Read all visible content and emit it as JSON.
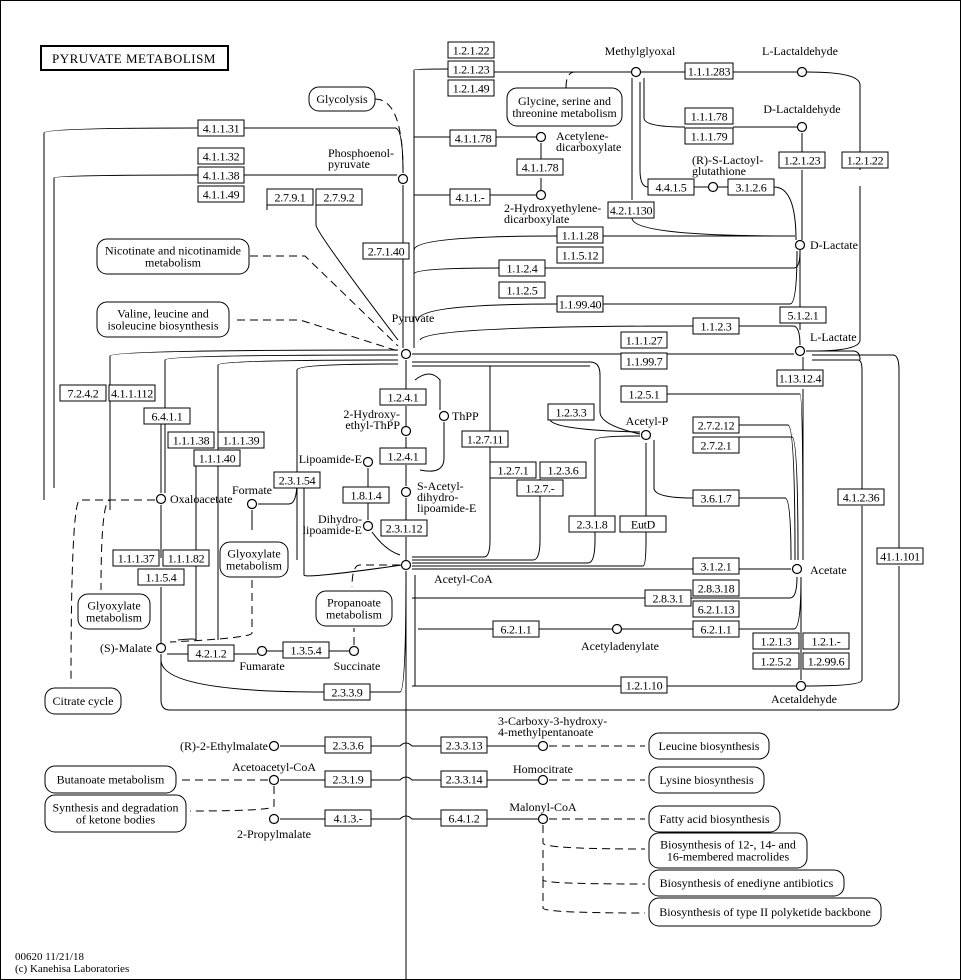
{
  "title": "PYRUVATE METABOLISM",
  "footer": {
    "map_id_date": "00620 11/21/18",
    "copyright": "(c) Kanehisa Laboratories"
  },
  "compounds": [
    {
      "id": "methylglyoxal",
      "label": "Methylglyoxal"
    },
    {
      "id": "l-lactaldehyde",
      "label": "L-Lactaldehyde"
    },
    {
      "id": "d-lactaldehyde",
      "label": "D-Lactaldehyde"
    },
    {
      "id": "phosphoenolpyruvate",
      "label": "Phosphoenol-pyruvate"
    },
    {
      "id": "acetylenedicarboxylate",
      "label": "Acetylene-dicarboxylate"
    },
    {
      "id": "2-hydroxyethylenedicarboxylate",
      "label": "2-Hydroxyethylene-dicarboxylate"
    },
    {
      "id": "r-s-lactoylglutathione",
      "label": "(R)-S-Lactoyl-glutathione"
    },
    {
      "id": "d-lactate",
      "label": "D-Lactate"
    },
    {
      "id": "pyruvate",
      "label": "Pyruvate"
    },
    {
      "id": "l-lactate",
      "label": "L-Lactate"
    },
    {
      "id": "2-hydroxyethyl-thpp",
      "label": "2-Hydroxy-ethyl-ThPP"
    },
    {
      "id": "thpp",
      "label": "ThPP"
    },
    {
      "id": "lipoamide-e",
      "label": "Lipoamide-E"
    },
    {
      "id": "s-acetyldihydrolipoamide-e",
      "label": "S-Acetyl-dihydro-lipoamide-E"
    },
    {
      "id": "dihydrolipoamide-e",
      "label": "Dihydro-lipoamide-E"
    },
    {
      "id": "acetyl-p",
      "label": "Acetyl-P"
    },
    {
      "id": "oxaloacetate",
      "label": "Oxaloacetate"
    },
    {
      "id": "formate",
      "label": "Formate"
    },
    {
      "id": "acetyl-coa",
      "label": "Acetyl-CoA"
    },
    {
      "id": "acetate",
      "label": "Acetate"
    },
    {
      "id": "s-malate",
      "label": "(S)-Malate"
    },
    {
      "id": "fumarate",
      "label": "Fumarate"
    },
    {
      "id": "succinate",
      "label": "Succinate"
    },
    {
      "id": "acetyladenylate",
      "label": "Acetyladenylate"
    },
    {
      "id": "acetaldehyde",
      "label": "Acetaldehyde"
    },
    {
      "id": "r-2-ethylmalate",
      "label": "(R)-2-Ethylmalate"
    },
    {
      "id": "3-carboxy-3-hydroxy-4-methylpentanoate",
      "label": "3-Carboxy-3-hydroxy-4-methylpentanoate"
    },
    {
      "id": "acetoacetyl-coa",
      "label": "Acetoacetyl-CoA"
    },
    {
      "id": "homocitrate",
      "label": "Homocitrate"
    },
    {
      "id": "2-propylmalate",
      "label": "2-Propylmalate"
    },
    {
      "id": "malonyl-coa",
      "label": "Malonyl-CoA"
    }
  ],
  "enzymes": [
    "1.2.1.22",
    "1.2.1.23",
    "1.2.1.49",
    "1.1.1.283",
    "1.1.1.78",
    "1.1.1.79",
    "4.1.1.31",
    "4.1.1.78",
    "4.1.1.78",
    "4.1.1.32",
    "4.1.1.38",
    "4.1.1.49",
    "2.7.9.1",
    "2.7.9.2",
    "4.1.1.-",
    "4.4.1.5",
    "3.1.2.6",
    "1.2.1.23",
    "1.2.1.22",
    "4.2.1.130",
    "1.1.1.28",
    "1.1.5.12",
    "2.7.1.40",
    "1.1.2.4",
    "1.1.2.5",
    "1.1.99.40",
    "5.1.2.1",
    "1.1.2.3",
    "1.1.1.27",
    "1.1.99.7",
    "7.2.4.2",
    "4.1.1.112",
    "1.2.4.1",
    "1.2.5.1",
    "1.13.12.4",
    "6.4.1.1",
    "1.2.3.3",
    "1.2.7.11",
    "1.1.1.38",
    "1.1.1.39",
    "1.2.4.1",
    "2.7.2.12",
    "2.7.2.1",
    "1.1.1.40",
    "2.3.1.54",
    "1.2.7.1",
    "1.2.3.6",
    "1.2.7.-",
    "1.8.1.4",
    "3.6.1.7",
    "4.1.2.36",
    "2.3.1.8",
    "EutD",
    "2.3.1.12",
    "41.1.101",
    "1.1.1.37",
    "1.1.1.82",
    "3.1.2.1",
    "1.1.5.4",
    "2.8.3.18",
    "2.8.3.1",
    "6.2.1.13",
    "6.2.1.1",
    "6.2.1.1",
    "4.2.1.2",
    "1.3.5.4",
    "1.2.1.3",
    "1.2.1.-",
    "1.2.5.2",
    "1.2.99.6",
    "2.3.3.9",
    "1.2.1.10",
    "2.3.3.6",
    "2.3.3.13",
    "2.3.1.9",
    "2.3.3.14",
    "4.1.3.-",
    "6.4.1.2"
  ],
  "maps": [
    "Glycolysis",
    "Glycine, serine and threonine metabolism",
    "Nicotinate and nicotinamide metabolism",
    "Valine, leucine and isoleucine biosynthesis",
    "Glyoxylate metabolism",
    "Glyoxylate metabolism",
    "Propanoate metabolism",
    "Citrate cycle",
    "Butanoate metabolism",
    "Synthesis and degradation of ketone bodies",
    "Leucine biosynthesis",
    "Lysine biosynthesis",
    "Fatty acid biosynthesis",
    "Biosynthesis of 12-, 14- and 16-membered macrolides",
    "Biosynthesis of enediyne antibiotics",
    "Biosynthesis of type II polyketide backbone"
  ]
}
